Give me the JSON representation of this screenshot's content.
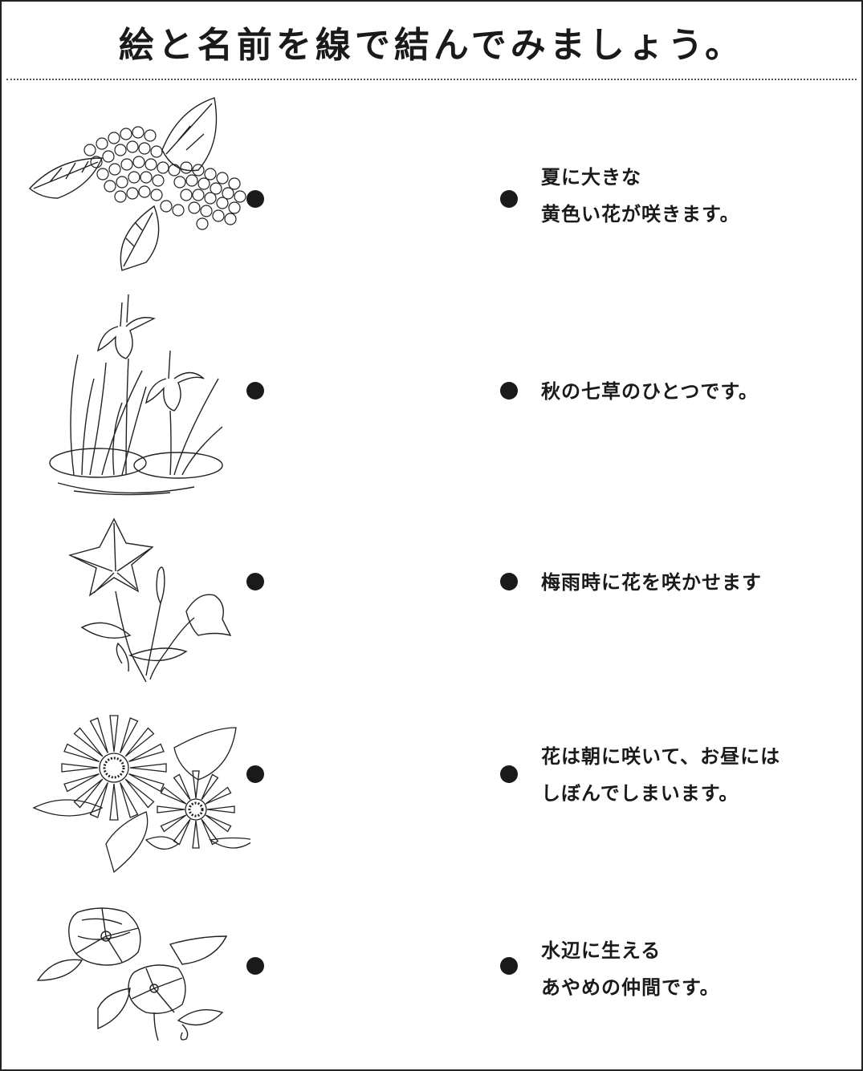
{
  "title": "絵と名前を線で結んでみましょう。",
  "pictures": [
    {
      "icon": "hydrangea-icon"
    },
    {
      "icon": "iris-icon"
    },
    {
      "icon": "bellflower-icon"
    },
    {
      "icon": "sunflower-icon"
    },
    {
      "icon": "morning-glory-icon"
    }
  ],
  "descriptions": [
    {
      "line1": "夏に大きな",
      "line2": "黄色い花が咲きます。"
    },
    {
      "line1": "秋の七草のひとつです。",
      "line2": ""
    },
    {
      "line1": "梅雨時に花を咲かせます",
      "line2": ""
    },
    {
      "line1": "花は朝に咲いて、お昼には",
      "line2": "しぼんでしまいます。"
    },
    {
      "line1": "水辺に生える",
      "line2": "あやめの仲間です。"
    }
  ]
}
